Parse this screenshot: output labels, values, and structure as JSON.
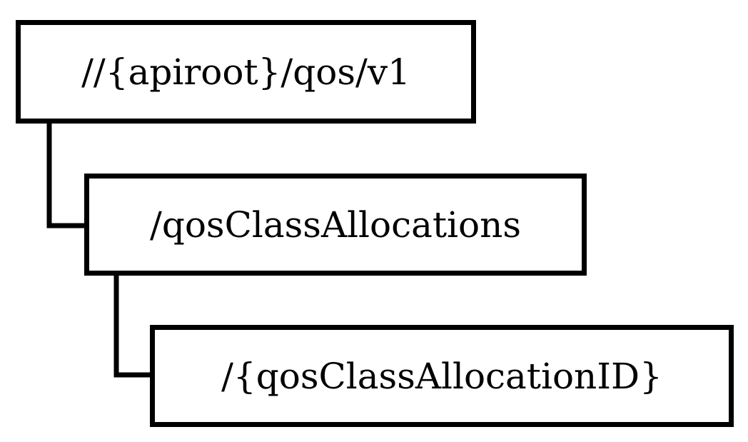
{
  "resource_tree": {
    "root": {
      "label": "//{apiroot}/qos/v1"
    },
    "collection": {
      "label": "/qosClassAllocations"
    },
    "item": {
      "label": "/{qosClassAllocationID}"
    }
  },
  "colors": {
    "border": "#000000",
    "background": "#ffffff",
    "text": "#000000"
  }
}
